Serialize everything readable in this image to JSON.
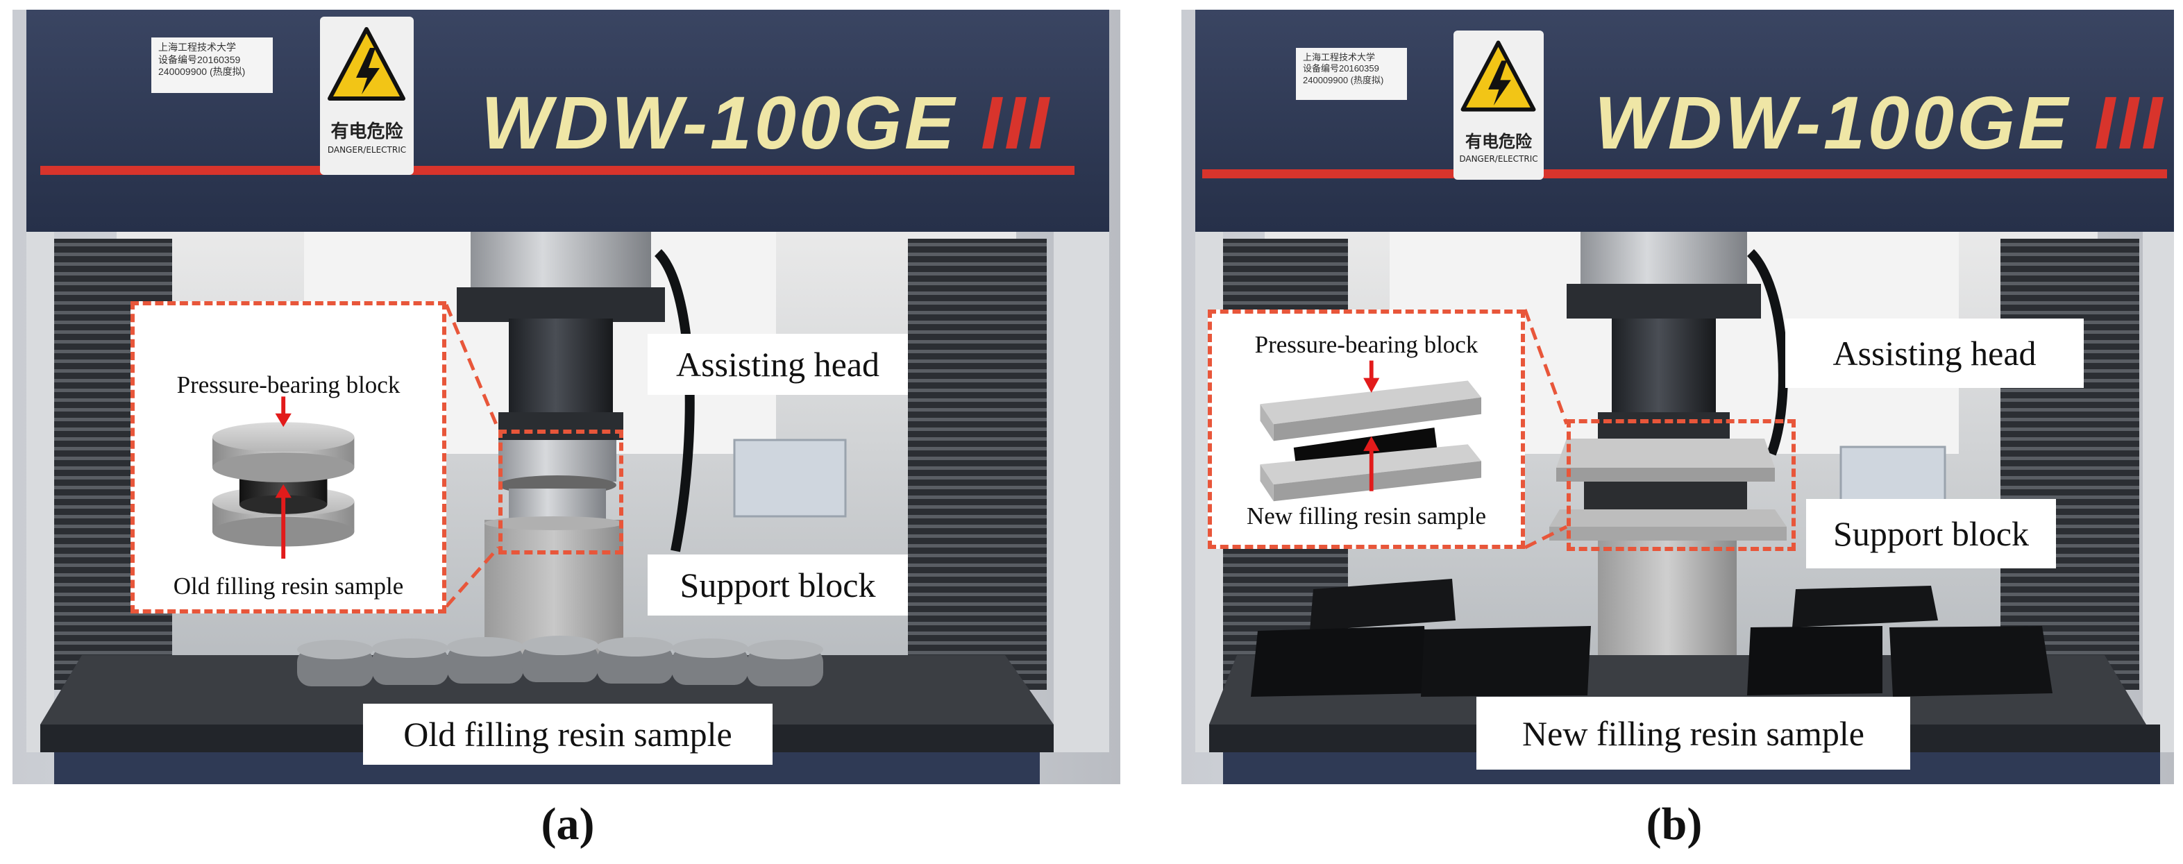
{
  "panels": [
    {
      "id": "a",
      "caption": "(a)",
      "machine_model": "WDW-100GE",
      "machine_mark": "III",
      "plate_lines": [
        "上海工程技术大学",
        "设备编号20160359",
        "240009900 (热度拟)"
      ],
      "danger_sign": {
        "cn": "有电危险",
        "en": "DANGER/ELECTRIC"
      },
      "labels": {
        "assisting_head": "Assisting head",
        "support_block": "Support block",
        "sample": "Old filling resin sample"
      },
      "inset": {
        "top_label": "Pressure-bearing block",
        "bottom_label": "Old filling resin sample"
      }
    },
    {
      "id": "b",
      "caption": "(b)",
      "machine_model": "WDW-100GE",
      "machine_mark": "III",
      "plate_lines": [
        "上海工程技术大学",
        "设备编号20160359",
        "240009900 (热度拟)"
      ],
      "danger_sign": {
        "cn": "有电危险",
        "en": "DANGER/ELECTRIC"
      },
      "labels": {
        "assisting_head": "Assisting head",
        "support_block": "Support block",
        "sample": "New filling resin sample"
      },
      "inset": {
        "top_label": "Pressure-bearing block",
        "bottom_label": "New filling resin sample"
      }
    }
  ],
  "colors": {
    "accent_dashed": "#e8563a",
    "arrow_red": "#e21b1b",
    "machine_blue": "#2f3a55",
    "brand_text": "#efe6a6",
    "stripe_red": "#d8342c"
  }
}
